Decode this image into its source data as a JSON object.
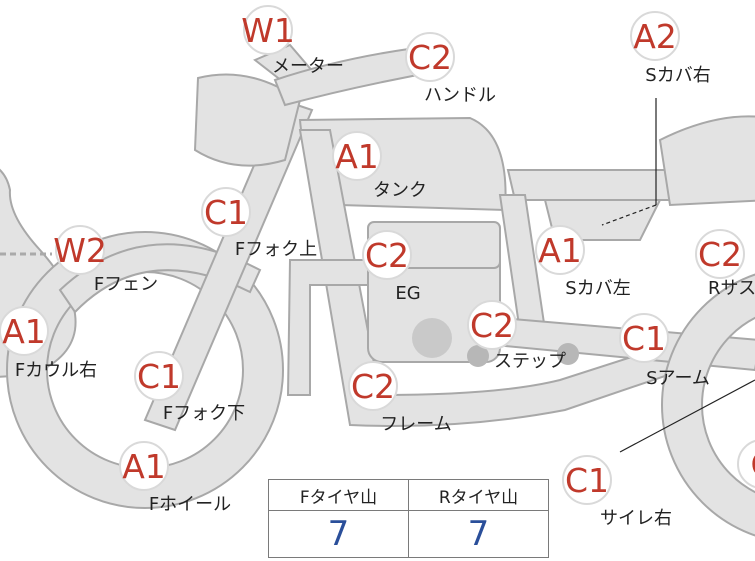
{
  "colors": {
    "body_fill": "#e3e3e3",
    "body_stroke": "#a8a8a8",
    "grade_text": "#c0392b",
    "value_text": "#2a4f9a"
  },
  "parts": [
    {
      "id": "meter",
      "grade": "W1",
      "label": "メーター"
    },
    {
      "id": "handle",
      "grade": "C2",
      "label": "ハンドル"
    },
    {
      "id": "scover-right",
      "grade": "A2",
      "label": "Sカバ右"
    },
    {
      "id": "tank",
      "grade": "A1",
      "label": "タンク"
    },
    {
      "id": "ffork-upper",
      "grade": "C1",
      "label": "Fフォク上"
    },
    {
      "id": "ffender",
      "grade": "W2",
      "label": "Fフェン"
    },
    {
      "id": "engine",
      "grade": "C2",
      "label": "EG"
    },
    {
      "id": "scover-left",
      "grade": "A1",
      "label": "Sカバ左"
    },
    {
      "id": "rsus",
      "grade": "C2",
      "label": "Rサス"
    },
    {
      "id": "fcowl-right",
      "grade": "A1",
      "label": "Fカウル右"
    },
    {
      "id": "step",
      "grade": "C2",
      "label": "ステップ"
    },
    {
      "id": "sarm",
      "grade": "C1",
      "label": "Sアーム"
    },
    {
      "id": "ffork-lower",
      "grade": "C1",
      "label": "Fフォク下"
    },
    {
      "id": "frame",
      "grade": "C2",
      "label": "フレーム"
    },
    {
      "id": "fwheel",
      "grade": "A1",
      "label": "Fホイール"
    },
    {
      "id": "muffler-right",
      "grade": "C1",
      "label": "サイレ右"
    },
    {
      "id": "rwheel",
      "grade": "C",
      "label": ""
    }
  ],
  "tire_table": {
    "headers": [
      "Fタイヤ山",
      "Rタイヤ山"
    ],
    "values": [
      "7",
      "7"
    ]
  }
}
